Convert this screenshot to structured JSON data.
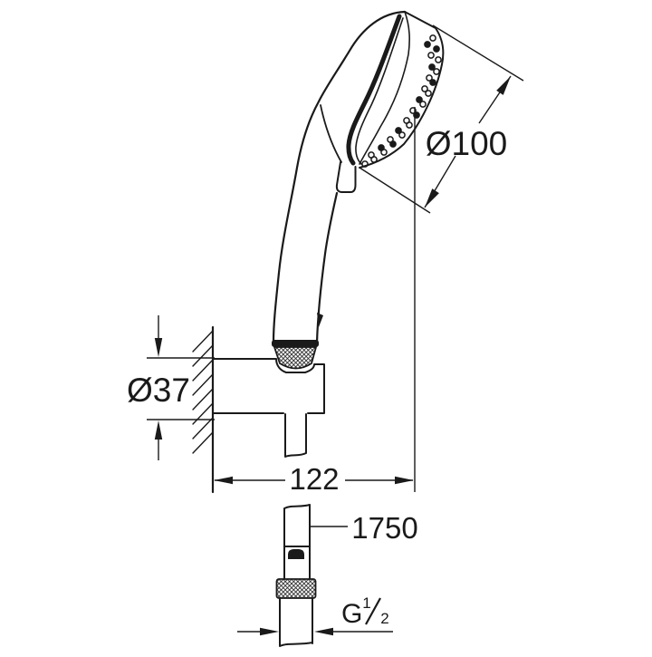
{
  "colors": {
    "background": "#ffffff",
    "line": "#1a1a1a"
  },
  "labels": {
    "head_diameter": "Ø100",
    "escutcheon_diameter": "Ø37",
    "projection": "122",
    "hose_length": "1750",
    "thread_g": "G",
    "thread_numerator": "1",
    "thread_slash": "/",
    "thread_denominator": "2"
  }
}
